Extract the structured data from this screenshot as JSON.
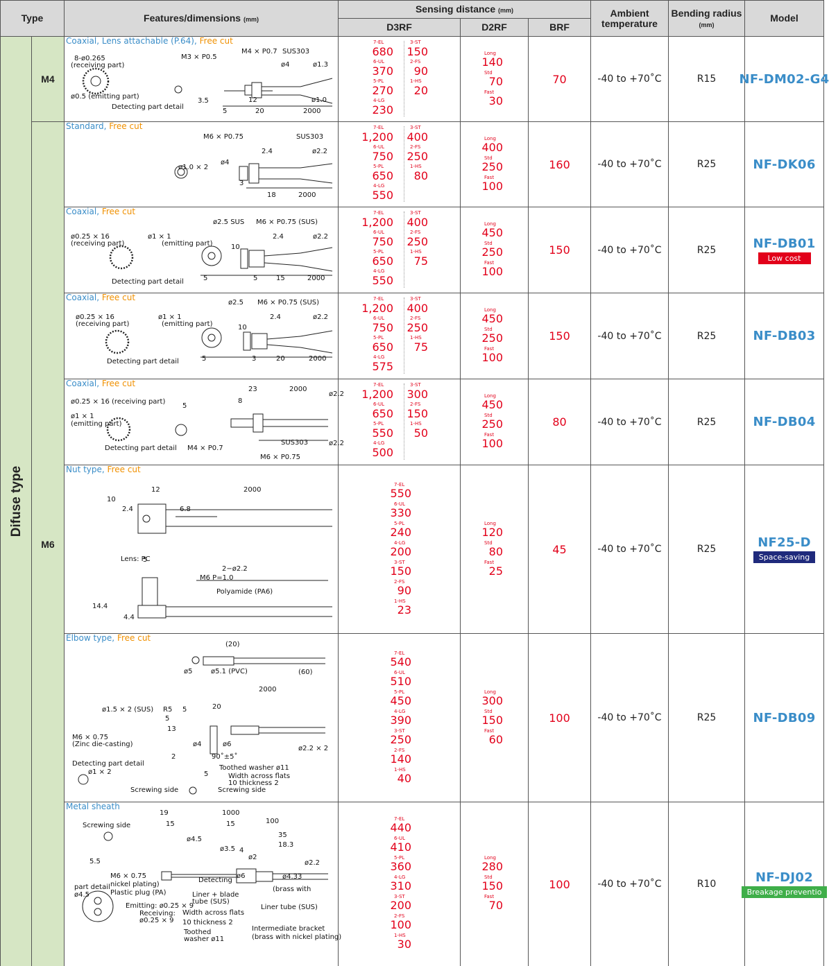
{
  "header": {
    "type": "Type",
    "features": "Features/dimensions",
    "features_unit": "(mm)",
    "sensing": "Sensing distance",
    "sensing_unit": "(mm)",
    "d3rf": "D3RF",
    "d2rf": "D2RF",
    "brf": "BRF",
    "ambient_line1": "Ambient",
    "ambient_line2": "temperature",
    "bending_line1": "Bending radius",
    "bending_unit": "(mm)",
    "model": "Model"
  },
  "type_label": "Difuse type",
  "sizes": [
    "M4",
    "M6"
  ],
  "colors": {
    "red": "#e2001a",
    "blue": "#3a8dc8",
    "orange": "#f09000",
    "header_bg": "#d9d9d9",
    "type_bg": "#d6e6c4"
  },
  "rows": [
    {
      "title_blue": "Coaxial, Lens attachable (P.64),",
      "title_orange": " Free cut",
      "d3rf_left": [
        {
          "k": "7-EL",
          "v": "680"
        },
        {
          "k": "6-UL",
          "v": "370"
        },
        {
          "k": "5-PL",
          "v": "270"
        },
        {
          "k": "4-LG",
          "v": "230"
        }
      ],
      "d3rf_right": [
        {
          "k": "3-ST",
          "v": "150"
        },
        {
          "k": "2-FS",
          "v": "90"
        },
        {
          "k": "1-HS",
          "v": "20"
        }
      ],
      "d2rf": [
        {
          "k": "Long",
          "v": "140"
        },
        {
          "k": "Std",
          "v": "70"
        },
        {
          "k": "Fast",
          "v": "30"
        }
      ],
      "brf": "70",
      "ambient": "-40 to +70˚C",
      "bending": "R15",
      "model": "NF-DM02-G4"
    },
    {
      "title_blue": "Standard,",
      "title_orange": " Free cut",
      "d3rf_left": [
        {
          "k": "7-EL",
          "v": "1,200"
        },
        {
          "k": "6-UL",
          "v": "750"
        },
        {
          "k": "5-PL",
          "v": "650"
        },
        {
          "k": "4-LG",
          "v": "550"
        }
      ],
      "d3rf_right": [
        {
          "k": "3-ST",
          "v": "400"
        },
        {
          "k": "2-FS",
          "v": "250"
        },
        {
          "k": "1-HS",
          "v": "80"
        }
      ],
      "d2rf": [
        {
          "k": "Long",
          "v": "400"
        },
        {
          "k": "Std",
          "v": "250"
        },
        {
          "k": "Fast",
          "v": "100"
        }
      ],
      "brf": "160",
      "ambient": "-40 to +70˚C",
      "bending": "R25",
      "model": "NF-DK06"
    },
    {
      "title_blue": "Coaxial,",
      "title_orange": " Free cut",
      "d3rf_left": [
        {
          "k": "7-EL",
          "v": "1,200"
        },
        {
          "k": "6-UL",
          "v": "750"
        },
        {
          "k": "5-PL",
          "v": "650"
        },
        {
          "k": "4-LG",
          "v": "550"
        }
      ],
      "d3rf_right": [
        {
          "k": "3-ST",
          "v": "400"
        },
        {
          "k": "2-FS",
          "v": "250"
        },
        {
          "k": "1-HS",
          "v": "75"
        }
      ],
      "d2rf": [
        {
          "k": "Long",
          "v": "450"
        },
        {
          "k": "Std",
          "v": "250"
        },
        {
          "k": "Fast",
          "v": "100"
        }
      ],
      "brf": "150",
      "ambient": "-40 to +70˚C",
      "bending": "R25",
      "model": "NF-DB01",
      "badge": {
        "text": "Low cost",
        "color": "#e2001a"
      }
    },
    {
      "title_blue": "Coaxial,",
      "title_orange": " Free cut",
      "d3rf_left": [
        {
          "k": "7-EL",
          "v": "1,200"
        },
        {
          "k": "6-UL",
          "v": "750"
        },
        {
          "k": "5-PL",
          "v": "650"
        },
        {
          "k": "4-LG",
          "v": "575"
        }
      ],
      "d3rf_right": [
        {
          "k": "3-ST",
          "v": "400"
        },
        {
          "k": "2-FS",
          "v": "250"
        },
        {
          "k": "1-HS",
          "v": "75"
        }
      ],
      "d2rf": [
        {
          "k": "Long",
          "v": "450"
        },
        {
          "k": "Std",
          "v": "250"
        },
        {
          "k": "Fast",
          "v": "100"
        }
      ],
      "brf": "150",
      "ambient": "-40 to +70˚C",
      "bending": "R25",
      "model": "NF-DB03"
    },
    {
      "title_blue": "Coaxial,",
      "title_orange": " Free cut",
      "d3rf_left": [
        {
          "k": "7-EL",
          "v": "1,200"
        },
        {
          "k": "6-UL",
          "v": "650"
        },
        {
          "k": "5-PL",
          "v": "550"
        },
        {
          "k": "4-LG",
          "v": "500"
        }
      ],
      "d3rf_right": [
        {
          "k": "3-ST",
          "v": "300"
        },
        {
          "k": "2-FS",
          "v": "150"
        },
        {
          "k": "1-HS",
          "v": "50"
        }
      ],
      "d2rf": [
        {
          "k": "Long",
          "v": "450"
        },
        {
          "k": "Std",
          "v": "250"
        },
        {
          "k": "Fast",
          "v": "100"
        }
      ],
      "brf": "80",
      "ambient": "-40 to +70˚C",
      "bending": "R25",
      "model": "NF-DB04"
    },
    {
      "title_blue": "Nut type,",
      "title_orange": " Free cut",
      "d3rf_list": [
        {
          "k": "7-EL",
          "v": "550"
        },
        {
          "k": "6-UL",
          "v": "330"
        },
        {
          "k": "5-PL",
          "v": "240"
        },
        {
          "k": "4-LG",
          "v": "200"
        },
        {
          "k": "3-ST",
          "v": "150"
        },
        {
          "k": "2-FS",
          "v": "90"
        },
        {
          "k": "1-HS",
          "v": "23"
        }
      ],
      "d2rf": [
        {
          "k": "Long",
          "v": "120"
        },
        {
          "k": "Std",
          "v": "80"
        },
        {
          "k": "Fast",
          "v": "25"
        }
      ],
      "brf": "45",
      "ambient": "-40 to +70˚C",
      "bending": "R25",
      "model": "NF25-D",
      "badge": {
        "text": "Space-saving",
        "color": "#1f2a7c"
      }
    },
    {
      "title_blue": "Elbow type,",
      "title_orange": " Free cut",
      "d3rf_list": [
        {
          "k": "7-EL",
          "v": "540"
        },
        {
          "k": "6-UL",
          "v": "510"
        },
        {
          "k": "5-PL",
          "v": "450"
        },
        {
          "k": "4-LG",
          "v": "390"
        },
        {
          "k": "3-ST",
          "v": "250"
        },
        {
          "k": "2-FS",
          "v": "140"
        },
        {
          "k": "1-HS",
          "v": "40"
        }
      ],
      "d2rf": [
        {
          "k": "Long",
          "v": "300"
        },
        {
          "k": "Std",
          "v": "150"
        },
        {
          "k": "Fast",
          "v": "60"
        }
      ],
      "brf": "100",
      "ambient": "-40 to +70˚C",
      "bending": "R25",
      "model": "NF-DB09"
    },
    {
      "title_blue": "Metal sheath",
      "title_orange": "",
      "d3rf_list": [
        {
          "k": "7-EL",
          "v": "440"
        },
        {
          "k": "6-UL",
          "v": "410"
        },
        {
          "k": "5-PL",
          "v": "360"
        },
        {
          "k": "4-LG",
          "v": "310"
        },
        {
          "k": "3-ST",
          "v": "200"
        },
        {
          "k": "2-FS",
          "v": "100"
        },
        {
          "k": "1-HS",
          "v": "30"
        }
      ],
      "d2rf": [
        {
          "k": "Long",
          "v": "280"
        },
        {
          "k": "Std",
          "v": "150"
        },
        {
          "k": "Fast",
          "v": "70"
        }
      ],
      "brf": "100",
      "ambient": "-40 to +70˚C",
      "bending": "R10",
      "model": "NF-DJ02",
      "badge": {
        "text": "Breakage preventio",
        "color": "#3fae49"
      }
    }
  ],
  "drawings": [
    [
      "8-ø0.265",
      "(receiving part)",
      "ø0.5 (emitting part)",
      "Detecting part detail",
      "M3 × P0.5",
      "3.5",
      "M4 × P0.7",
      "SUS303",
      "ø4",
      "ø1.3",
      "12",
      "ø1.0",
      "5",
      "20",
      "2000"
    ],
    [
      "M6 × P0.75",
      "SUS303",
      "2.4",
      "ø2.2",
      "ø4",
      "ø1.0 × 2",
      "3",
      "18",
      "2000"
    ],
    [
      "ø2.5 SUS",
      "M6 × P0.75 (SUS)",
      "ø0.25 × 16",
      "(receiving part)",
      "ø1 × 1",
      "(emitting part)",
      "10",
      "2.4",
      "ø2.2",
      "Detecting part detail",
      "5",
      "5",
      "15",
      "2000"
    ],
    [
      "ø2.5",
      "M6 × P0.75 (SUS)",
      "ø0.25 × 16",
      "(receiving part)",
      "ø1 × 1",
      "(emitting part)",
      "10",
      "2.4",
      "ø2.2",
      "Detecting part detail",
      "5",
      "3",
      "20",
      "2000"
    ],
    [
      "23",
      "2000",
      "ø0.25 × 16 (receiving part)",
      "5",
      "8",
      "ø1 × 1",
      "(emitting part)",
      "ø2.2",
      "ø2.2",
      "SUS303",
      "Detecting part detail",
      "M4 × P0.7",
      "M6 × P0.75"
    ],
    [
      "12",
      "2000",
      "10",
      "2.4",
      "6.8",
      "Lens: PC",
      "5",
      "2−ø2.2",
      "M6 P=1.0",
      "Polyamide (PA6)",
      "14.4",
      "4.4"
    ],
    [
      "(20)",
      "ø5",
      "ø5.1 (PVC)",
      "(60)",
      "2000",
      "ø1.5 × 2 (SUS)",
      "R5",
      "5",
      "20",
      "5",
      "13",
      "M6 × 0.75",
      "(Zinc die-casting)",
      "ø4",
      "ø6",
      "90˚±5˚",
      "ø2.2 × 2",
      "2",
      "Toothed washer ø11",
      "Detecting part detail",
      "ø1 × 2",
      "Width across flats",
      "10 thickness 2",
      "5",
      "Screwing side",
      "Screwing side"
    ],
    [
      "19",
      "1000",
      "Screwing side",
      "15",
      "15",
      "100",
      "ø4.5",
      "35",
      "18.3",
      "ø3.5",
      "4",
      "ø2",
      "5.5",
      "ø2.2",
      "M6 × 0.75",
      "ø6",
      "ø4.33",
      "Detecting",
      "(brass with",
      "part detail",
      "nickel plating)",
      "ø4.5",
      "Plastic plug (PA)",
      "Liner + blade",
      "tube (SUS)",
      "Emitting: ø0.25 × 9",
      "Liner tube (SUS)",
      "Receiving:",
      "ø0.25 × 9",
      "Width across flats",
      "10 thickness 2",
      "Toothed",
      "washer ø11",
      "Intermediate bracket",
      "(brass with nickel plating)"
    ]
  ]
}
